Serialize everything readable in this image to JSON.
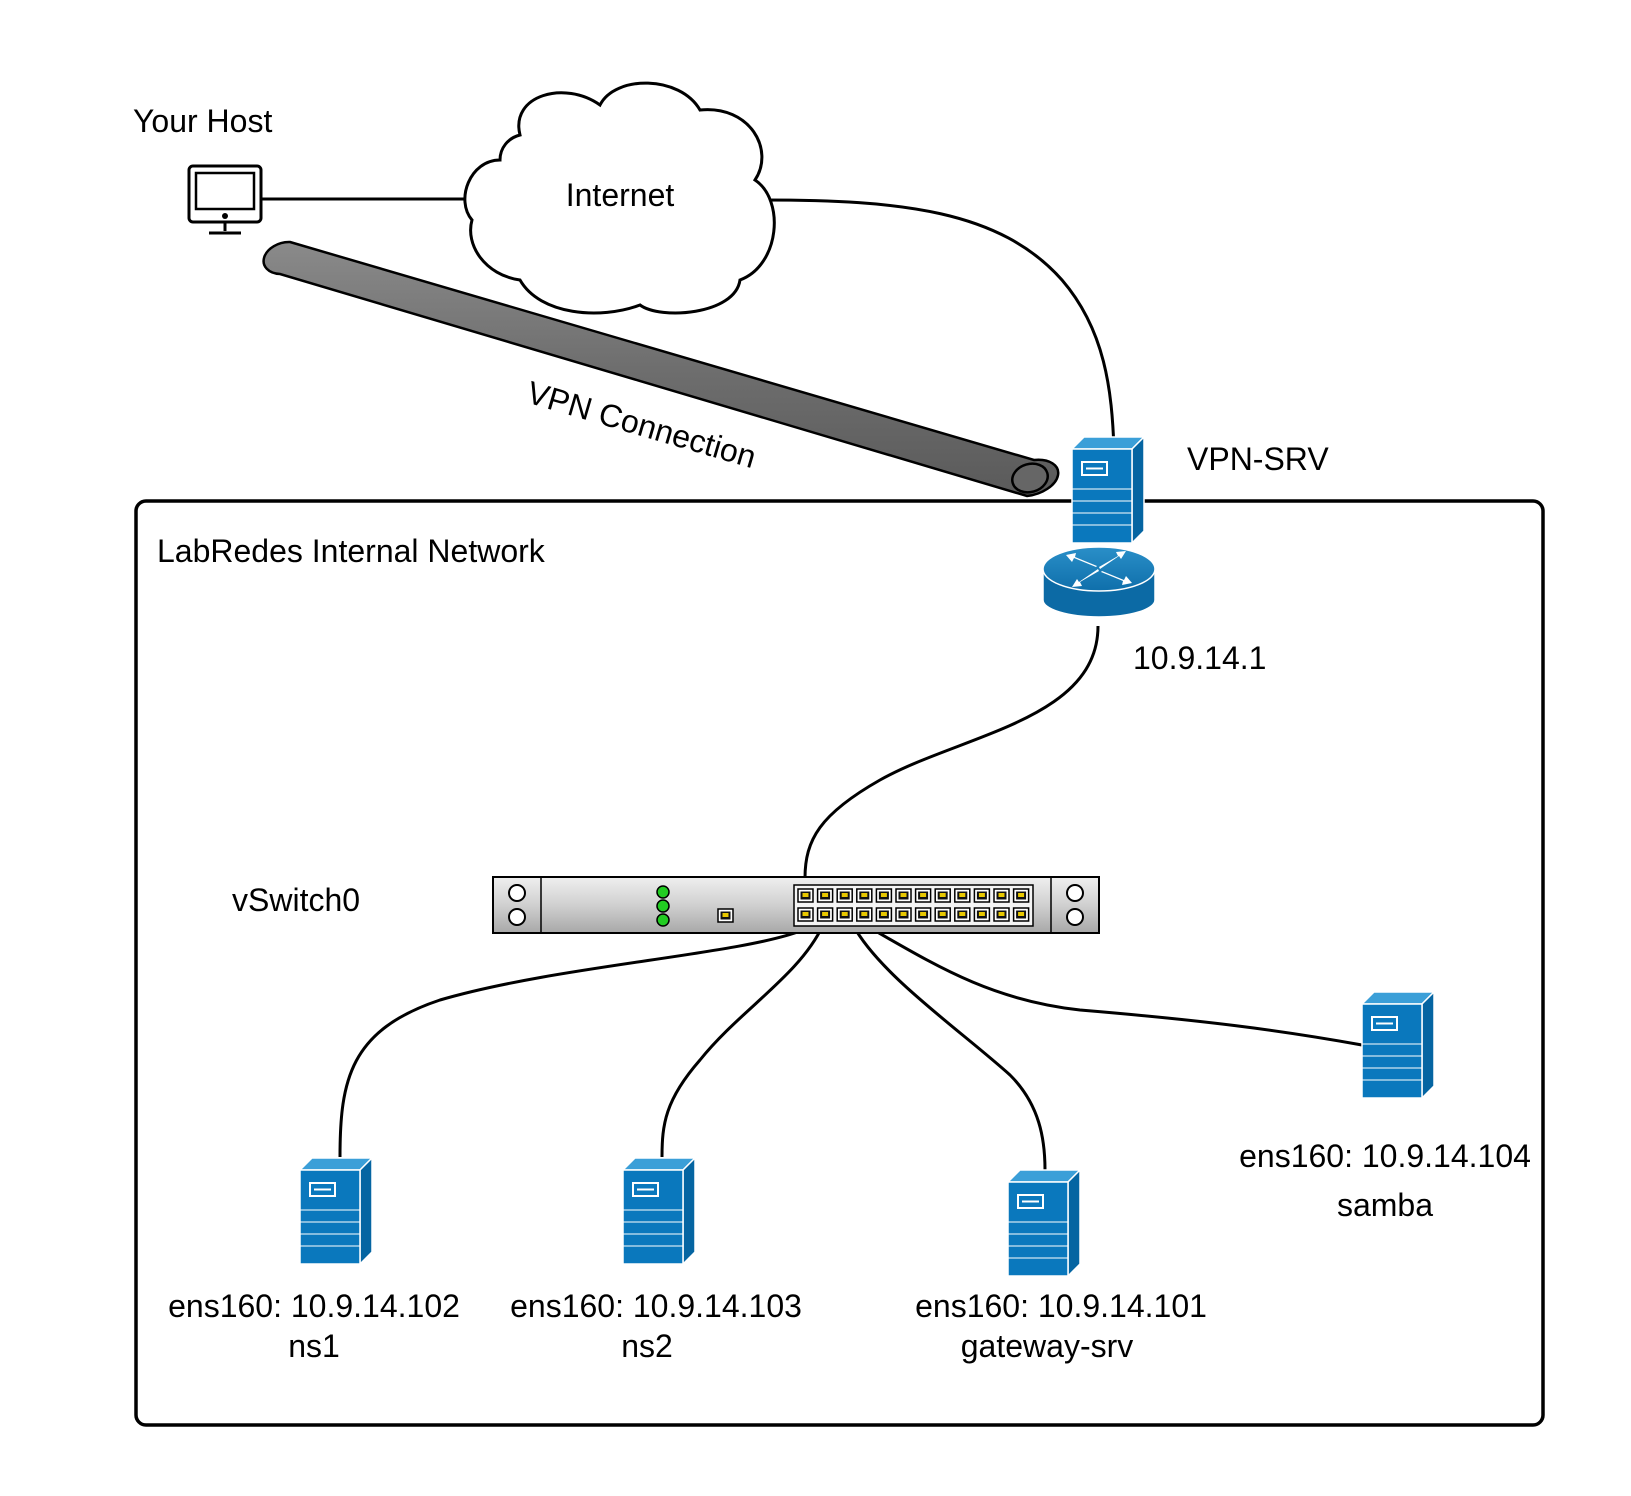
{
  "labels": {
    "your_host": "Your Host",
    "internet": "Internet",
    "vpn_connection": "VPN Connection",
    "vpn_srv": "VPN-SRV",
    "internal_network": "LabRedes Internal Network",
    "router_ip": "10.9.14.1",
    "vswitch": "vSwitch0"
  },
  "servers": [
    {
      "ip": "ens160: 10.9.14.102",
      "name": "ns1"
    },
    {
      "ip": "ens160: 10.9.14.103",
      "name": "ns2"
    },
    {
      "ip": "ens160: 10.9.14.101",
      "name": "gateway-srv"
    },
    {
      "ip": "ens160: 10.9.14.104",
      "name": "samba"
    }
  ],
  "colors": {
    "server_front": "#0a78bd",
    "server_side": "#0565a2",
    "server_top": "#3b9fd8",
    "tunnel": "#7a7a7a",
    "switch_body": "#d6d6d6",
    "port_led": "#e8c800",
    "status_led": "#22cc22",
    "line": "#000000"
  }
}
